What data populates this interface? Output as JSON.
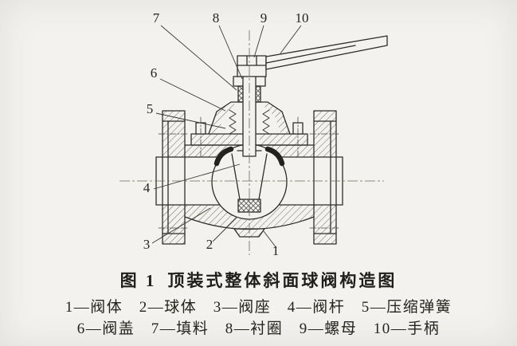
{
  "figure": {
    "caption_label": "图 1",
    "caption_title": "顶装式整体斜面球阀构造图",
    "legend_line1": "1—阀体　2—球体　3—阀座　4—阀杆　5—压缩弹簧",
    "legend_line2": "6—阀盖　7—填料　8—衬圈　9—螺母　10—手柄",
    "callouts": {
      "n1": "1",
      "n2": "2",
      "n3": "3",
      "n4": "4",
      "n5": "5",
      "n6": "6",
      "n7": "7",
      "n8": "8",
      "n9": "9",
      "n10": "10"
    },
    "parts": [
      {
        "num": "1",
        "name": "阀体"
      },
      {
        "num": "2",
        "name": "球体"
      },
      {
        "num": "3",
        "name": "阀座"
      },
      {
        "num": "4",
        "name": "阀杆"
      },
      {
        "num": "5",
        "name": "压缩弹簧"
      },
      {
        "num": "6",
        "name": "阀盖"
      },
      {
        "num": "7",
        "name": "填料"
      },
      {
        "num": "8",
        "name": "衬圈"
      },
      {
        "num": "9",
        "name": "螺母"
      },
      {
        "num": "10",
        "name": "手柄"
      }
    ],
    "colors": {
      "paper": "#f3f2ef",
      "ink": "#2f2d2a"
    }
  }
}
